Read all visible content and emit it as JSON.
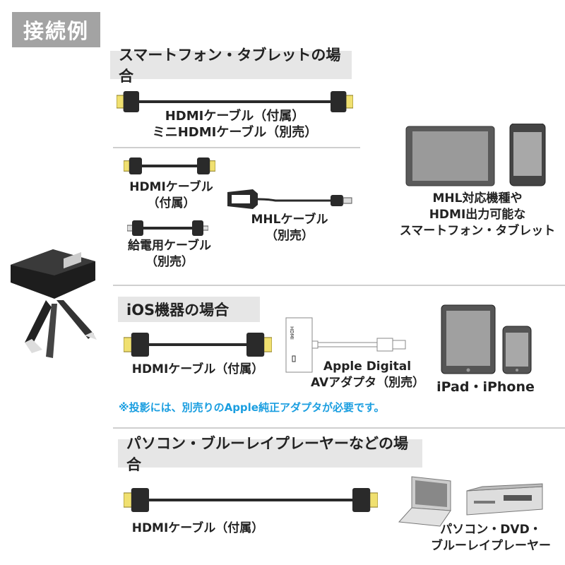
{
  "title": "接続例",
  "colors": {
    "title_bg": "#a3a3a3",
    "section_bg": "#e6e6e6",
    "note": "#1a9ee0",
    "connector_gold": "#f0e070",
    "cable": "#2a2a2a"
  },
  "sections": [
    {
      "header": "スマートフォン・タブレットの場合",
      "cables": [
        {
          "type": "hdmi",
          "label_lines": [
            "HDMIケーブル（付属）",
            "ミニHDMIケーブル（別売）"
          ]
        },
        {
          "type": "hdmi",
          "label_lines": [
            "HDMIケーブル",
            "（付属）"
          ]
        },
        {
          "type": "micro-usb",
          "label_lines": [
            "給電用ケーブル",
            "（別売）"
          ]
        },
        {
          "type": "mhl",
          "label_lines": [
            "MHLケーブル",
            "（別売）"
          ]
        }
      ],
      "device_label_lines": [
        "MHL対応機種や",
        "HDMI出力可能な",
        "スマートフォン・タブレット"
      ],
      "device_icons": [
        "tablet-icon",
        "smartphone-icon"
      ]
    },
    {
      "header": "iOS機器の場合",
      "cables": [
        {
          "type": "hdmi",
          "label_lines": [
            "HDMIケーブル（付属）"
          ]
        },
        {
          "type": "av-adapter",
          "label_lines": [
            "Apple Digital",
            "AVアダプタ（別売）"
          ],
          "port_label": "HDMI"
        }
      ],
      "device_label_lines": [
        "iPad・iPhone"
      ],
      "device_icons": [
        "ipad-icon",
        "iphone-icon"
      ],
      "note": "※投影には、別売りのApple純正アダプタが必要です。"
    },
    {
      "header": "パソコン・ブルーレイプレーヤーなどの場合",
      "cables": [
        {
          "type": "hdmi",
          "label_lines": [
            "HDMIケーブル（付属）"
          ]
        }
      ],
      "device_label_lines": [
        "パソコン・DVD・",
        "ブルーレイプレーヤー"
      ],
      "device_icons": [
        "laptop-icon",
        "dvd-player-icon"
      ]
    }
  ],
  "projector_icon": "projector-icon"
}
